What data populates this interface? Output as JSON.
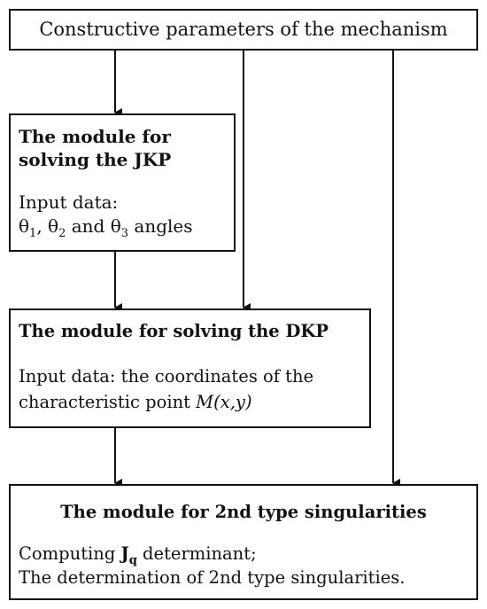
{
  "diagram": {
    "top_box": {
      "label": "Constructive parameters of the mechanism"
    },
    "ikp_box": {
      "title_line1": "The module for",
      "title_line2": "solving the JKP",
      "input_line1": "Input data:",
      "theta1": "θ",
      "sub1": "1",
      "sep1": ", θ",
      "sub2": "2",
      "sep2": " and θ",
      "sub3": "3",
      "tail": " angles"
    },
    "dkp_box": {
      "title": "The module for solving the DKP",
      "input_line1": "Input data: the coordinates of the",
      "input_line2_pre": "characteristic point ",
      "input_line2_point": "M(x,y)"
    },
    "sing_box": {
      "title": "The module for 2nd type singularities",
      "line1_pre": "Computing ",
      "line1_J": "J",
      "line1_sub": "q",
      "line1_post": " determinant;",
      "line2": "The determination of 2nd type singularities."
    }
  }
}
